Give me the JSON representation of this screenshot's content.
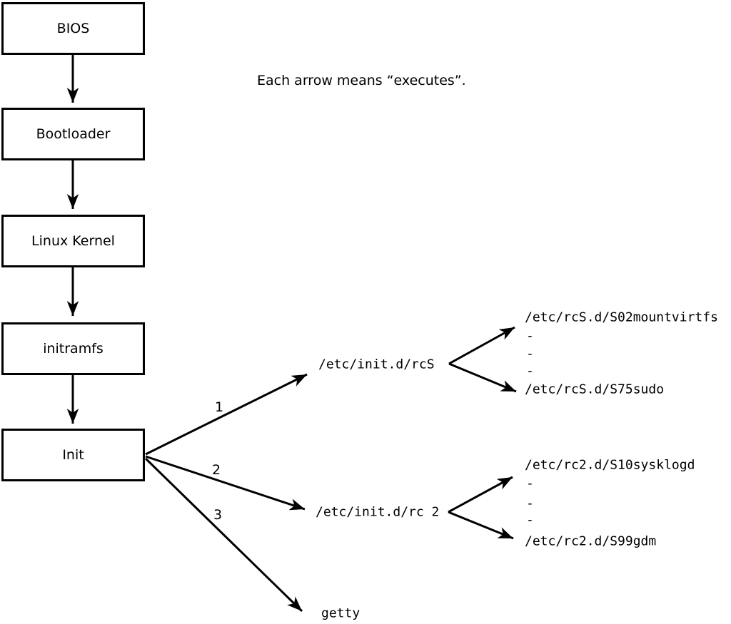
{
  "caption": "Each arrow means “executes”.",
  "colors": {
    "ink": "#000000",
    "background": "#ffffff"
  },
  "boot_chain": {
    "boxes": [
      {
        "label": "BIOS"
      },
      {
        "label": "Bootloader"
      },
      {
        "label": "Linux Kernel"
      },
      {
        "label": "initramfs"
      },
      {
        "label": "Init"
      }
    ]
  },
  "init_targets": {
    "arrow1": {
      "number": "1",
      "target": "/etc/init.d/rcS"
    },
    "arrow2": {
      "number": "2",
      "target": "/etc/init.d/rc 2"
    },
    "arrow3": {
      "number": "3",
      "target": "getty"
    }
  },
  "rcs_scripts": {
    "first": "/etc/rcS.d/S02mountvirtfs",
    "dashes": [
      "-",
      "-",
      "-"
    ],
    "last": "/etc/rcS.d/S75sudo"
  },
  "rc2_scripts": {
    "first": "/etc/rc2.d/S10sysklogd",
    "dashes": [
      "-",
      "-",
      "-"
    ],
    "last": "/etc/rc2.d/S99gdm"
  }
}
